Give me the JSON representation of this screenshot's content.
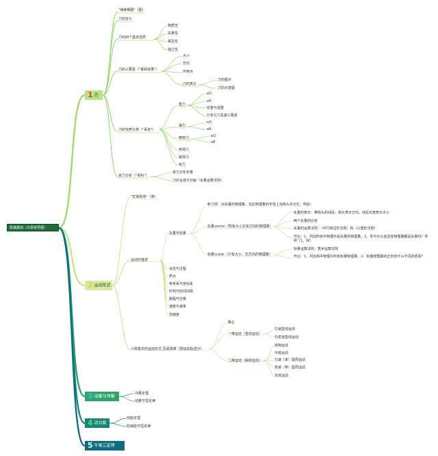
{
  "root": "机械振动（大思考导图）",
  "branches": [
    {
      "num": "1",
      "label": "力",
      "items": [
        {
          "label": "\"弹簧钢圈\"（图）"
        },
        {
          "label": "力的定义"
        },
        {
          "label": "力的四个基本性质",
          "children": [
            "物质性",
            "矢量性",
            "相互性",
            "独立性"
          ]
        },
        {
          "label": "力的三要素（\"量和效果\"）",
          "children": [
            "大小",
            "方向",
            "作用点"
          ],
          "sub": {
            "label": "力的表达",
            "children": [
              "力的图示",
              "力的示意图"
            ]
          }
        },
        {
          "label": "力的性质分类（\"事名\"）",
          "groups": [
            {
              "label": "重力",
              "children": [
                "eO",
                "eR",
                "实重与视重",
                "万有引力及其三要素"
              ]
            },
            {
              "label": "弹力",
              "children": [
                "eO",
                "eR"
              ]
            },
            {
              "label": "摩擦力",
              "children": [
                "eO",
                "eB"
              ]
            },
            {
              "label": "电场力"
            },
            {
              "label": "磁场力"
            },
            {
              "label": "核力"
            }
          ]
        },
        {
          "label": "受力分析（\"事判\"）",
          "children": [
            "受力分析步骤",
            "力的合成与分解（矢量运算法则）"
          ]
        }
      ]
    },
    {
      "num": "2",
      "label": "运动形式",
      "items": [
        {
          "label": "\"宏观现场\"（表）"
        },
        {
          "label": "运动的描述",
          "vector": {
            "label": "矢量与标量",
            "new_word": "新习惯：对矢量的物理量，在此物理量的字母上加箭头并记忆，例如：",
            "vector_label": "矢量vector（既有大小又有方向的物理量）",
            "vector_items": [
              "矢量的表示：带箭头的线段，箭头表示方向，线段长度表示大小",
              "两个矢量的比较",
              "矢量的运算法则：（平行四边形法则）和（三角形法则）",
              "作业：1、列出所有中物理中是矢量的物理量。2、你为什么说这些物理量都是矢量吗？举例（1，W）"
            ],
            "scalar_label": "标量scalar（只有大小、无方向的物理量）",
            "scalar_items": [
              "标量运算法则：算术运算法则",
              "作业：1、列出高中物理中所有标量物理量。2、标量物理量的正负有什么不同的意思？"
            ]
          },
          "children": [
            "状态与过程",
            "质点",
            "参考系与坐标系",
            "时刻与时间间隔",
            "路程与位移",
            "速度与速率",
            "加速度"
          ]
        },
        {
          "label": "六种基本的运动形式 及其规律（按运动轨迹分）",
          "groups": [
            {
              "label": "静止"
            },
            {
              "label": "一维运动（直线运动）",
              "children": [
                "匀速直线运动",
                "匀变速直线运动"
              ]
            },
            {
              "label": "二维运动（曲线运动）",
              "children": [
                "抛物运动",
                "平抛运动",
                "匀速（率）圆周运动",
                "变速（率）圆周运动",
                "天体运动"
              ]
            }
          ]
        }
      ]
    },
    {
      "num": "3",
      "label": "动量与冲量",
      "items": [
        {
          "label": "冲量定理"
        },
        {
          "label": "动量守恒定律"
        }
      ]
    },
    {
      "num": "4",
      "label": "功与能",
      "items": [
        {
          "label": "动能定理"
        },
        {
          "label": "机械能守恒定律"
        }
      ]
    },
    {
      "num": "5",
      "label": "牛顿三定律",
      "items": []
    }
  ]
}
